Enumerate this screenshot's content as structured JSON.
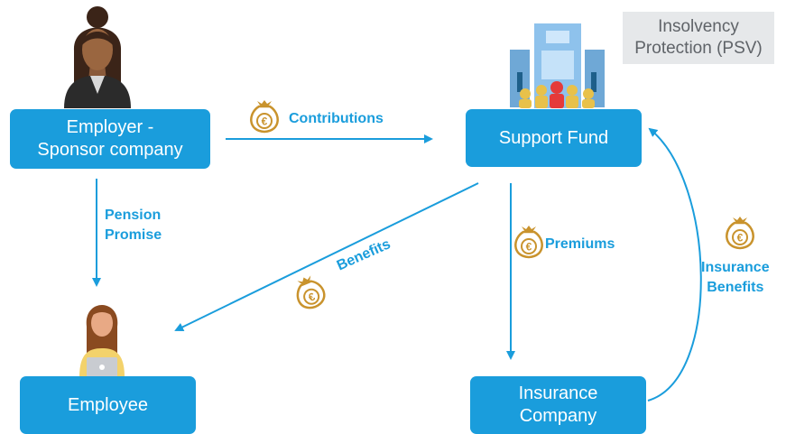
{
  "nodes": {
    "employer": "Employer -\nSponsor company",
    "support_fund": "Support Fund",
    "employee": "Employee",
    "insurance_company": "Insurance\nCompany",
    "psv": "Insolvency\nProtection (PSV)"
  },
  "flows": {
    "contributions": "Contributions",
    "pension_promise": "Pension\nPromise",
    "benefits": "Benefits",
    "premiums": "Premiums",
    "insurance_benefits": "Insurance\nBenefits"
  },
  "colors": {
    "box": "#1a9ddc",
    "arrow": "#1a9ddc",
    "money_bag": "#c9932d",
    "psv_bg": "#e6e8ea"
  },
  "icons": [
    "money-bag-euro-icon",
    "building-icon",
    "people-group-icon",
    "businesswoman-icon",
    "employee-laptop-icon"
  ]
}
